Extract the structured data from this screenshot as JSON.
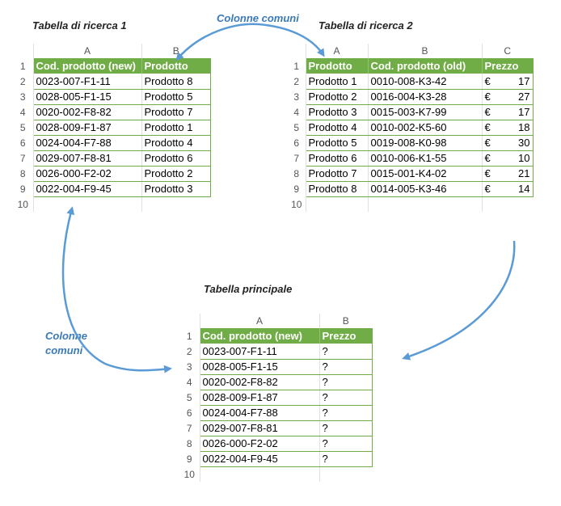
{
  "lookup1": {
    "title": "Tabella di ricerca 1",
    "col_letters": [
      "A",
      "B"
    ],
    "row_numbers": [
      "1",
      "2",
      "3",
      "4",
      "5",
      "6",
      "7",
      "8",
      "9",
      "10"
    ],
    "headers": [
      "Cod. prodotto (new)",
      "Prodotto"
    ],
    "rows": [
      [
        "0023-007-F1-11",
        "Prodotto 8"
      ],
      [
        "0028-005-F1-15",
        "Prodotto 5"
      ],
      [
        "0020-002-F8-82",
        "Prodotto 7"
      ],
      [
        "0028-009-F1-87",
        "Prodotto 1"
      ],
      [
        "0024-004-F7-88",
        "Prodotto 4"
      ],
      [
        "0029-007-F8-81",
        "Prodotto 6"
      ],
      [
        "0026-000-F2-02",
        "Prodotto 2"
      ],
      [
        "0022-004-F9-45",
        "Prodotto 3"
      ]
    ]
  },
  "lookup2": {
    "title": "Tabella di ricerca 2",
    "col_letters": [
      "A",
      "B",
      "C"
    ],
    "row_numbers": [
      "1",
      "2",
      "3",
      "4",
      "5",
      "6",
      "7",
      "8",
      "9",
      "10"
    ],
    "headers": [
      "Prodotto",
      "Cod. prodotto (old)",
      "Prezzo"
    ],
    "currency": "€",
    "rows": [
      [
        "Prodotto 1",
        "0010-008-K3-42",
        "17"
      ],
      [
        "Prodotto 2",
        "0016-004-K3-28",
        "27"
      ],
      [
        "Prodotto 3",
        "0015-003-K7-99",
        "17"
      ],
      [
        "Prodotto 4",
        "0010-002-K5-60",
        "18"
      ],
      [
        "Prodotto 5",
        "0019-008-K0-98",
        "30"
      ],
      [
        "Prodotto 6",
        "0010-006-K1-55",
        "10"
      ],
      [
        "Prodotto 7",
        "0015-001-K4-02",
        "21"
      ],
      [
        "Prodotto 8",
        "0014-005-K3-46",
        "14"
      ]
    ]
  },
  "main": {
    "title": "Tabella principale",
    "col_letters": [
      "A",
      "B"
    ],
    "row_numbers": [
      "1",
      "2",
      "3",
      "4",
      "5",
      "6",
      "7",
      "8",
      "9",
      "10"
    ],
    "headers": [
      "Cod. prodotto (new)",
      "Prezzo"
    ],
    "rows": [
      [
        "0023-007-F1-11",
        "?"
      ],
      [
        "0028-005-F1-15",
        "?"
      ],
      [
        "0020-002-F8-82",
        "?"
      ],
      [
        "0028-009-F1-87",
        "?"
      ],
      [
        "0024-004-F7-88",
        "?"
      ],
      [
        "0029-007-F8-81",
        "?"
      ],
      [
        "0026-000-F2-02",
        "?"
      ],
      [
        "0022-004-F9-45",
        "?"
      ]
    ]
  },
  "callouts": {
    "top": "Colonne comuni",
    "left_line1": "Colonne",
    "left_line2": "comuni"
  },
  "colors": {
    "header_green": "#70ad47",
    "arrow_blue": "#5b9bd5"
  }
}
